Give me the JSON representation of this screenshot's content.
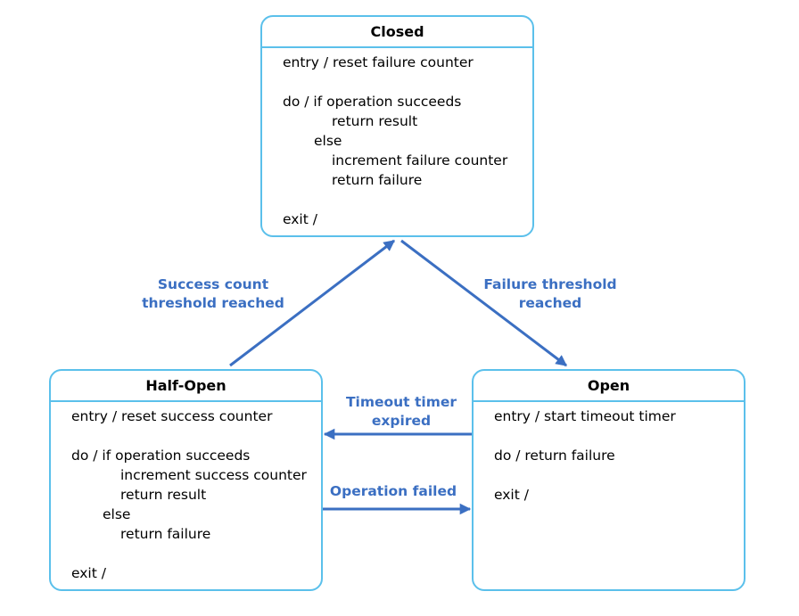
{
  "states": {
    "closed": {
      "title": "Closed",
      "entry": "entry / reset failure counter",
      "do": "do / if operation succeeds",
      "do_success": "return result",
      "else": "else",
      "do_failure_1": "increment failure counter",
      "do_failure_2": "return failure",
      "exit": "exit /"
    },
    "half_open": {
      "title": "Half-Open",
      "entry": "entry / reset success counter",
      "do": "do / if operation succeeds",
      "do_success_1": "increment success counter",
      "do_success_2": "return result",
      "else": "else",
      "do_failure": "return failure",
      "exit": "exit /"
    },
    "open": {
      "title": "Open",
      "entry": "entry / start timeout timer",
      "do": "do / return failure",
      "exit": "exit /"
    }
  },
  "transitions": {
    "success_threshold": {
      "line1": "Success count",
      "line2": "threshold reached"
    },
    "failure_threshold": {
      "line1": "Failure threshold",
      "line2": "reached"
    },
    "timeout_expired": {
      "line1": "Timeout timer",
      "line2": "expired"
    },
    "operation_failed": {
      "line1": "Operation failed"
    }
  },
  "colors": {
    "state_border": "#5bc0eb",
    "arrow": "#3b6fc2",
    "label": "#3b6fc2"
  }
}
